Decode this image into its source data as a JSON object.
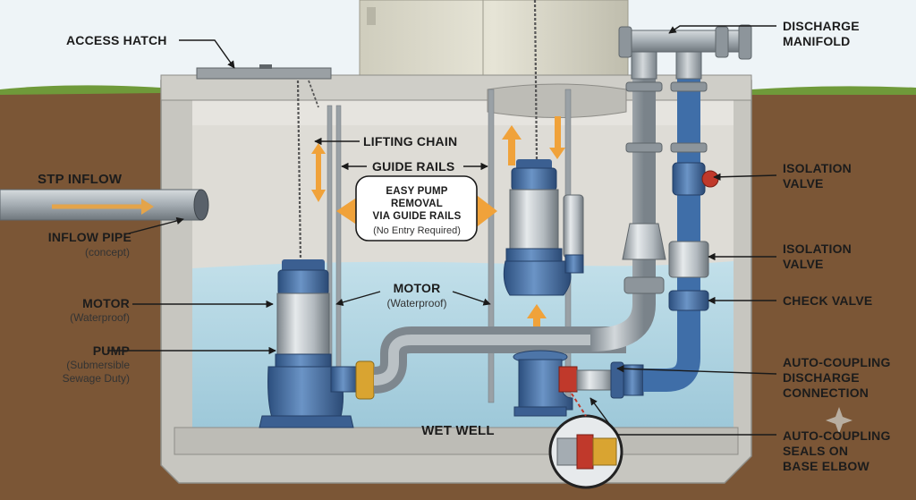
{
  "labels": {
    "access_hatch": "ACCESS HATCH",
    "stp_inflow": "STP INFLOW",
    "inflow_pipe": "INFLOW PIPE",
    "inflow_pipe_sub": "(concept)",
    "motor_left": "MOTOR",
    "motor_left_sub": "(Waterproof)",
    "pump": "PUMP",
    "pump_sub_1": "(Submersible",
    "pump_sub_2": "Sewage Duty)",
    "lifting_chain": "LIFTING CHAIN",
    "guide_rails": "GUIDE RAILS",
    "motor_center": "MOTOR",
    "motor_center_sub": "(Waterproof)",
    "wet_well": "WET WELL",
    "discharge_manifold_1": "DISCHARGE",
    "discharge_manifold_2": "MANIFOLD",
    "isolation_valve_1a": "ISOLATION",
    "isolation_valve_1b": "VALVE",
    "isolation_valve_2a": "ISOLATION",
    "isolation_valve_2b": "VALVE",
    "check_valve": "CHECK VALVE",
    "auto_coupling_discharge_1": "AUTO-COUPLING",
    "auto_coupling_discharge_2": "DISCHARGE",
    "auto_coupling_discharge_3": "CONNECTION",
    "auto_coupling_seals_1": "AUTO-COUPLING",
    "auto_coupling_seals_2": "SEALS ON",
    "auto_coupling_seals_3": "BASE ELBOW"
  },
  "callout": {
    "line1": "EASY PUMP",
    "line2": "REMOVAL",
    "line3": "VIA GUIDE RAILS",
    "line4": "(No Entry Required)"
  },
  "colors": {
    "sky": "#eaf2f6",
    "soil": "#7a5534",
    "grass": "#6f9a3a",
    "concrete": "#c9c9c4",
    "wall_inner": "#dcdcd8",
    "water": "#a8d2e3",
    "pump_blue": "#3f6ea8",
    "steel": "#a9b0b5",
    "pipe": "#9da6ad",
    "arrow_orange": "#f0a23a",
    "brass": "#d9a431",
    "valve_red": "#c0392b"
  }
}
